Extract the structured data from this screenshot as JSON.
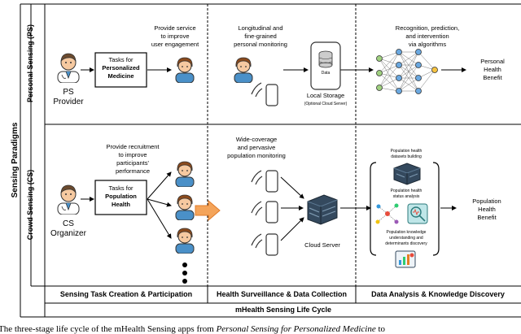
{
  "side_label": "Sensing Paradigms",
  "rows": {
    "ps": "Personal Sensing (PS)",
    "cs": "Crowd Sensing (CS)"
  },
  "stages": {
    "s1": "Sensing Task Creation & Participation",
    "s2": "Health Surveillance & Data Collection",
    "s3": "Data Analysis & Knowledge Discovery"
  },
  "lifecycle": "mHealth Sensing Life Cycle",
  "ps": {
    "actor_line1": "PS",
    "actor_line2": "Provider",
    "task_line1": "Tasks for",
    "task_line2": "Personalized",
    "task_line3": "Medicine",
    "service_line1": "Provide service",
    "service_line2": "to improve",
    "service_line3": "user engagement",
    "monitor_line1": "Longitudinal and",
    "monitor_line2": "fine-grained",
    "monitor_line3": "personal monitoring",
    "data_label": "Data",
    "storage": "Local Storage",
    "storage_note": "(Optional Cloud Server)",
    "algo_line1": "Recognition, prediction,",
    "algo_line2": "and intervention",
    "algo_line3": "via algorithms",
    "benefit_line1": "Personal",
    "benefit_line2": "Health",
    "benefit_line3": "Benefit"
  },
  "cs": {
    "actor_line1": "CS",
    "actor_line2": "Organizer",
    "task_line1": "Tasks for",
    "task_line2": "Population",
    "task_line3": "Health",
    "recruit_line1": "Provide recruitment",
    "recruit_line2": "to improve",
    "recruit_line3": "participants'",
    "recruit_line4": "performance",
    "monitor_line1": "Wide-coverage",
    "monitor_line2": "and pervasive",
    "monitor_line3": "population monitoring",
    "server": "Cloud Server",
    "analysis1_line1": "Population health",
    "analysis1_line2": "datasets building",
    "analysis2_line1": "Population health",
    "analysis2_line2": "status analysis",
    "analysis3_line1": "Population knowledge",
    "analysis3_line2": "understanding and",
    "analysis3_line3": "determinants discovery",
    "benefit_line1": "Population",
    "benefit_line2": "Health",
    "benefit_line3": "Benefit"
  },
  "caption_parts": {
    "a": "The three-stage life cycle of the mHealth Sensing apps from ",
    "b": "Personal Sensing for Personalized Medicine",
    "c": " to"
  },
  "colors": {
    "arrow_orange": "#f4a45a",
    "arrow_orange_dark": "#e07b2a",
    "server": "#34495e",
    "skin": "#f6c9a0",
    "hair_doctor": "#6b4a2e",
    "hair_user": "#8a4a1c",
    "shirt": "#4a90c8"
  }
}
